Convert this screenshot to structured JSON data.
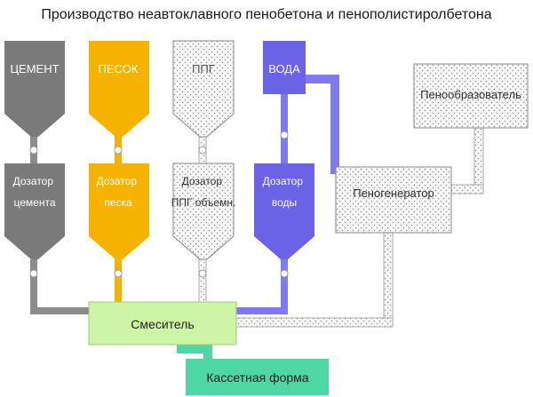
{
  "title": "Производство неавтоклавного пенобетона и пенополистиролбетона",
  "silos": {
    "cement": "ЦЕМЕНТ",
    "sand": "ПЕСОК",
    "ppg": "ППГ",
    "water": "ВОДА"
  },
  "dosers": {
    "cement": [
      "Дозатор",
      "цемента"
    ],
    "sand": [
      "Дозатор",
      "песка"
    ],
    "ppg": [
      "Дозатор",
      "ППГ объемн."
    ],
    "water": [
      "Дозатор",
      "воды"
    ]
  },
  "foam_agent": "Пенообразователь",
  "foam_generator": "Пеногенератор",
  "mixer": "Смеситель",
  "mold": "Кассетная форма",
  "colors": {
    "cement": "#7a7a7a",
    "sand": "#f5b300",
    "water": "#6b63e6",
    "mixer": "#ccf5a6",
    "mold": "#4fd6a6",
    "pipe_gray": "#8c8c8c",
    "pipe_water": "#7f7af0",
    "dotted_fill": "#f6f6f6",
    "outline": "#6e6e6e"
  },
  "icons": [
    "valve-icon"
  ]
}
